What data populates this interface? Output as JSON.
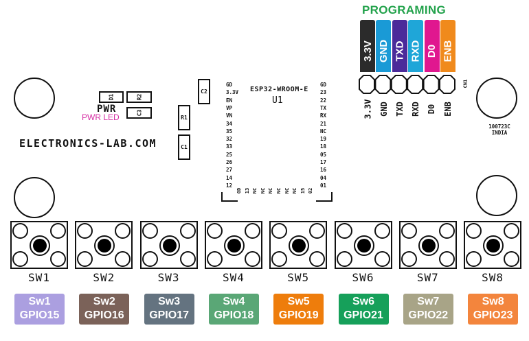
{
  "board": {
    "brand": "ELECTRONICS-LAB.COM",
    "pwr_label": "PWR",
    "pwr_led_label": "PWR LED",
    "board_code": "100723C",
    "country": "INDIA",
    "connector_ref": "CN1"
  },
  "components": {
    "d1": "D1",
    "r2": "R2",
    "c3": "C3",
    "c2": "C2",
    "r1": "R1",
    "c1": "C1"
  },
  "module": {
    "name": "ESP32-WROOM-E",
    "ref": "U1",
    "left_pins": [
      "GD",
      "3.3V",
      "EN",
      "VP",
      "VN",
      "34",
      "35",
      "32",
      "33",
      "25",
      "26",
      "27",
      "14",
      "12"
    ],
    "right_pins": [
      "GD",
      "23",
      "22",
      "TX",
      "RX",
      "21",
      "NC",
      "19",
      "18",
      "05",
      "17",
      "16",
      "04",
      "01"
    ],
    "bottom_pins": [
      "GD",
      "13",
      "NC",
      "NC",
      "NC",
      "NC",
      "NC",
      "NC",
      "15",
      "02"
    ]
  },
  "programming": {
    "title": "PROGRAMING",
    "title_color": "#22a24b",
    "pins": [
      {
        "label": "3.3V",
        "color": "#2b2b2b"
      },
      {
        "label": "GND",
        "color": "#1a9ad6"
      },
      {
        "label": "TXD",
        "color": "#4b2a9a"
      },
      {
        "label": "RXD",
        "color": "#1fa6d8"
      },
      {
        "label": "D0",
        "color": "#e0178f"
      },
      {
        "label": "ENB",
        "color": "#f08a1c"
      }
    ]
  },
  "switches": [
    {
      "label": "SW1",
      "tag": "Sw1",
      "gpio": "GPIO15",
      "color": "#ab9fe0"
    },
    {
      "label": "SW2",
      "tag": "Sw2",
      "gpio": "GPIO16",
      "color": "#7b6259"
    },
    {
      "label": "SW3",
      "tag": "Sw3",
      "gpio": "GPIO17",
      "color": "#647380"
    },
    {
      "label": "SW4",
      "tag": "Sw4",
      "gpio": "GPIO18",
      "color": "#5aa776"
    },
    {
      "label": "SW5",
      "tag": "Sw5",
      "gpio": "GPIO19",
      "color": "#ee7d0c"
    },
    {
      "label": "SW6",
      "tag": "Sw6",
      "gpio": "GPIO21",
      "color": "#16a05a"
    },
    {
      "label": "SW7",
      "tag": "Sw7",
      "gpio": "GPIO22",
      "color": "#a8a487"
    },
    {
      "label": "SW8",
      "tag": "Sw8",
      "gpio": "GPIO23",
      "color": "#f3853d"
    }
  ]
}
